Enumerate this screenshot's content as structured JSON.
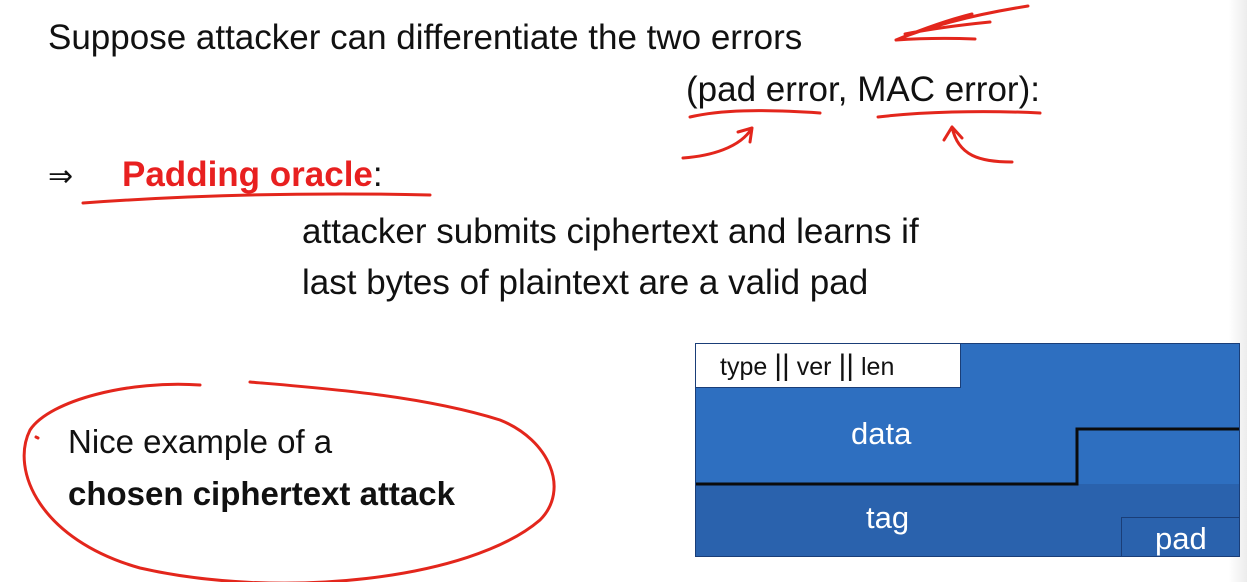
{
  "slide": {
    "line1": "Suppose attacker can differentiate the two errors",
    "line2": "(pad error, MAC error):",
    "implies_symbol": "⇒",
    "oracle_term": "Padding oracle",
    "oracle_colon": ":",
    "desc_line1": "attacker submits ciphertext and learns if",
    "desc_line2": "last bytes of plaintext are a valid pad",
    "note_line1": "Nice example of a",
    "note_line2": "chosen ciphertext attack"
  },
  "packet": {
    "header_type": "type",
    "header_sep": "||",
    "header_ver": "ver",
    "header_len": "len",
    "data_label": "data",
    "tag_label": "tag",
    "pad_label": "pad"
  },
  "colors": {
    "accent_red": "#e82020",
    "packet_blue": "#2e6fc0",
    "ink_red": "#e3261c"
  }
}
